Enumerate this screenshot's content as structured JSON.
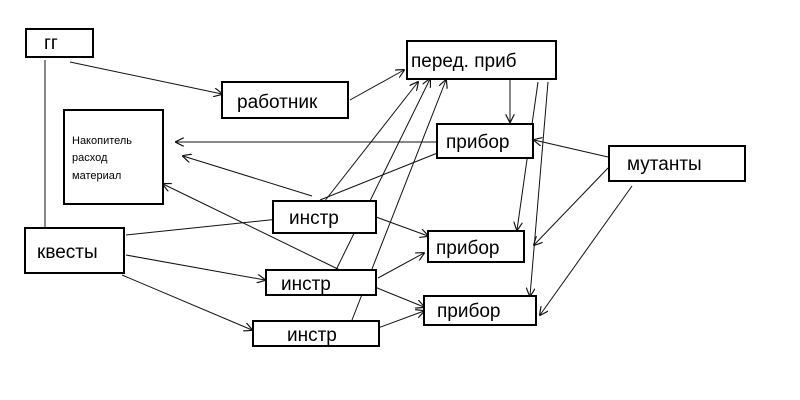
{
  "nodes": {
    "gg": "гг",
    "worker": "работник",
    "transfer": "перед. приб",
    "storage": [
      "Накопитель",
      "расход",
      "материал"
    ],
    "device1": "прибор",
    "mutants": "мутанты",
    "quests": "квесты",
    "tool1": "инстр",
    "device2": "прибор",
    "tool2": "инстр",
    "device3": "прибор",
    "tool3": "инстр"
  },
  "colors": {
    "stroke": "#000000",
    "background": "#ffffff"
  },
  "edges": [
    [
      "gg",
      "worker"
    ],
    [
      "gg",
      "quests"
    ],
    [
      "worker",
      "transfer"
    ],
    [
      "transfer",
      "device1"
    ],
    [
      "transfer",
      "device2"
    ],
    [
      "transfer",
      "device3"
    ],
    [
      "device1",
      "storage"
    ],
    [
      "device1",
      "tool1"
    ],
    [
      "mutants",
      "device1"
    ],
    [
      "mutants",
      "device2"
    ],
    [
      "mutants",
      "device3"
    ],
    [
      "tool1",
      "storage"
    ],
    [
      "tool1",
      "transfer"
    ],
    [
      "tool1",
      "device2"
    ],
    [
      "tool2",
      "storage"
    ],
    [
      "tool2",
      "transfer"
    ],
    [
      "tool2",
      "device2"
    ],
    [
      "tool2",
      "device3"
    ],
    [
      "tool3",
      "transfer"
    ],
    [
      "tool3",
      "device3"
    ],
    [
      "quests",
      "tool1"
    ],
    [
      "quests",
      "tool2"
    ],
    [
      "quests",
      "tool3"
    ]
  ]
}
